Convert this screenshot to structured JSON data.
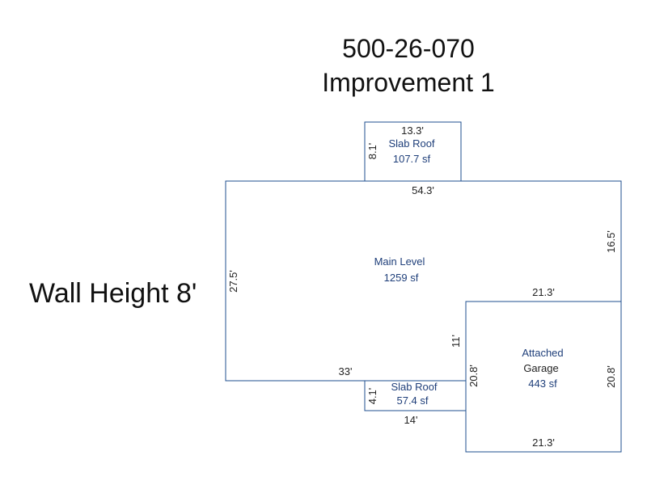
{
  "header": {
    "parcel_id": "500-26-070",
    "improvement": "Improvement 1"
  },
  "wall_height": "Wall Height 8'",
  "areas": {
    "slab_roof_top": {
      "name": "Slab Roof",
      "area": "107.7 sf",
      "width": "13.3'",
      "depth": "8.1'"
    },
    "main_level": {
      "name": "Main Level",
      "area": "1259 sf",
      "top": "54.3'",
      "left": "27.5'",
      "right": "16.5'",
      "bottom": "33'",
      "step": "11'"
    },
    "slab_roof_bottom": {
      "name": "Slab Roof",
      "area": "57.4 sf",
      "width": "14'",
      "depth": "4.1'"
    },
    "garage": {
      "name_line1": "Attached",
      "name_line2": "Garage",
      "area": "443 sf",
      "top": "21.3'",
      "bottom": "21.3'",
      "left": "20.8'",
      "right": "20.8'"
    }
  },
  "colors": {
    "outline": "#1f4f8f",
    "label": "#1f3f7a",
    "dimension": "#222222"
  }
}
